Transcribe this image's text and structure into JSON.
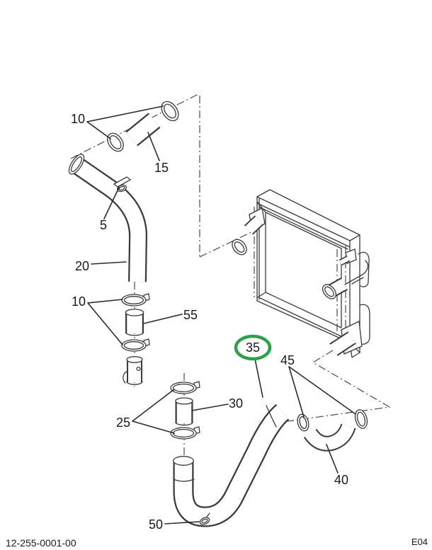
{
  "page": {
    "background": "#ffffff"
  },
  "diagram": {
    "type": "exploded-parts-diagram",
    "line_color": "#3a3a3a",
    "highlight": {
      "callout": "35",
      "color": "#2aa24b",
      "shape": "ellipse"
    },
    "callouts": {
      "c10_upper": {
        "label": "10"
      },
      "c15": {
        "label": "15"
      },
      "c5": {
        "label": "5"
      },
      "c20": {
        "label": "20"
      },
      "c10_lower": {
        "label": "10"
      },
      "c55": {
        "label": "55"
      },
      "c25": {
        "label": "25"
      },
      "c30": {
        "label": "30"
      },
      "c35": {
        "label": "35"
      },
      "c45": {
        "label": "45"
      },
      "c40": {
        "label": "40"
      },
      "c50": {
        "label": "50"
      }
    },
    "footer": {
      "doc_number": "12-255-0001-00",
      "page_code": "E04"
    }
  }
}
